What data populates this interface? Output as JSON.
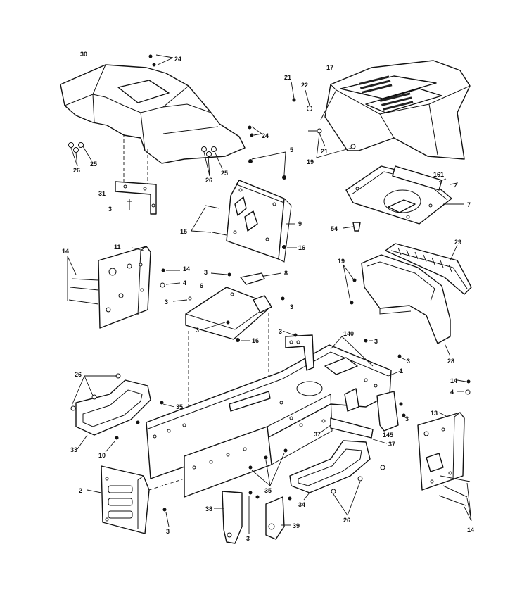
{
  "diagram": {
    "callouts": [
      {
        "id": "c30",
        "text": "30"
      },
      {
        "id": "c24a",
        "text": "24"
      },
      {
        "id": "c24b",
        "text": "24"
      },
      {
        "id": "c26a",
        "text": "26"
      },
      {
        "id": "c25a",
        "text": "25"
      },
      {
        "id": "c26b",
        "text": "26"
      },
      {
        "id": "c25b",
        "text": "25"
      },
      {
        "id": "c31",
        "text": "31"
      },
      {
        "id": "c3a",
        "text": "3"
      },
      {
        "id": "c21a",
        "text": "21"
      },
      {
        "id": "c22",
        "text": "22"
      },
      {
        "id": "c17",
        "text": "17"
      },
      {
        "id": "c21b",
        "text": "21"
      },
      {
        "id": "c19a",
        "text": "19"
      },
      {
        "id": "c5",
        "text": "5"
      },
      {
        "id": "c161",
        "text": "161"
      },
      {
        "id": "c7",
        "text": "7"
      },
      {
        "id": "c54",
        "text": "54"
      },
      {
        "id": "c15",
        "text": "15"
      },
      {
        "id": "c9",
        "text": "9"
      },
      {
        "id": "c16a",
        "text": "16"
      },
      {
        "id": "c14a",
        "text": "14"
      },
      {
        "id": "c11",
        "text": "11"
      },
      {
        "id": "c14b",
        "text": "14"
      },
      {
        "id": "c4a",
        "text": "4"
      },
      {
        "id": "c3b",
        "text": "3"
      },
      {
        "id": "c3c",
        "text": "3"
      },
      {
        "id": "c8",
        "text": "8"
      },
      {
        "id": "c6",
        "text": "6"
      },
      {
        "id": "c3d",
        "text": "3"
      },
      {
        "id": "c3e",
        "text": "3"
      },
      {
        "id": "c16b",
        "text": "16"
      },
      {
        "id": "c29",
        "text": "29"
      },
      {
        "id": "c19b",
        "text": "19"
      },
      {
        "id": "c28",
        "text": "28"
      },
      {
        "id": "c3f",
        "text": "3"
      },
      {
        "id": "c140",
        "text": "140"
      },
      {
        "id": "c3g",
        "text": "3"
      },
      {
        "id": "c3h",
        "text": "3"
      },
      {
        "id": "c1",
        "text": "1"
      },
      {
        "id": "c26c",
        "text": "26"
      },
      {
        "id": "c35a",
        "text": "35"
      },
      {
        "id": "c33",
        "text": "33"
      },
      {
        "id": "c10",
        "text": "10"
      },
      {
        "id": "c14c",
        "text": "14"
      },
      {
        "id": "c4b",
        "text": "4"
      },
      {
        "id": "c13",
        "text": "13"
      },
      {
        "id": "c3i",
        "text": "3"
      },
      {
        "id": "c37a",
        "text": "37"
      },
      {
        "id": "c145",
        "text": "145"
      },
      {
        "id": "c37b",
        "text": "37"
      },
      {
        "id": "c2",
        "text": "2"
      },
      {
        "id": "c35b",
        "text": "35"
      },
      {
        "id": "c34",
        "text": "34"
      },
      {
        "id": "c26d",
        "text": "26"
      },
      {
        "id": "c3j",
        "text": "3"
      },
      {
        "id": "c38",
        "text": "38"
      },
      {
        "id": "c3k",
        "text": "3"
      },
      {
        "id": "c39",
        "text": "39"
      },
      {
        "id": "c14d",
        "text": "14"
      }
    ]
  }
}
